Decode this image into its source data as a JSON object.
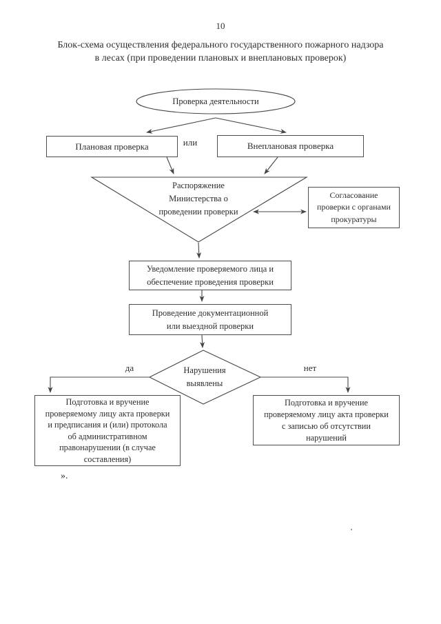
{
  "page": {
    "number": "10",
    "title": {
      "line1": "Блок-схема осуществления федерального государственного пожарного надзора",
      "line2": "в лесах (при проведении плановых и внеплановых проверок)"
    },
    "closing_mark": "»."
  },
  "flowchart": {
    "start": {
      "label": "Проверка деятельности"
    },
    "planned": {
      "label": "Плановая проверка"
    },
    "or": {
      "label": "или"
    },
    "unplanned": {
      "label": "Внеплановая проверка"
    },
    "ministry_order": {
      "lines": [
        "Распоряжение",
        "Министерства о",
        "проведении проверки"
      ]
    },
    "prosecutor_approval": {
      "lines": [
        "Согласование",
        "проверки с органами",
        "прокуратуры"
      ]
    },
    "notification": {
      "lines": [
        "Уведомление проверяемого лица и",
        "обеспечение проведения проверки"
      ]
    },
    "conduct": {
      "lines": [
        "Проведение документационной",
        "или выездной проверки"
      ]
    },
    "decision": {
      "lines": [
        "Нарушения",
        "выявлены"
      ],
      "yes": "да",
      "no": "нет"
    },
    "violations_found": {
      "lines": [
        "Подготовка и вручение",
        "проверяемому лицу акта проверки",
        "и предписания и (или) протокола",
        "об административном",
        "правонарушении (в случае",
        "составления)"
      ]
    },
    "no_violations": {
      "lines": [
        "Подготовка и вручение",
        "проверяемому лицу акта проверки",
        "с записью об отсутствии",
        "нарушений"
      ]
    }
  },
  "colors": {
    "ink": "#454545",
    "text": "#2d2d2d"
  }
}
